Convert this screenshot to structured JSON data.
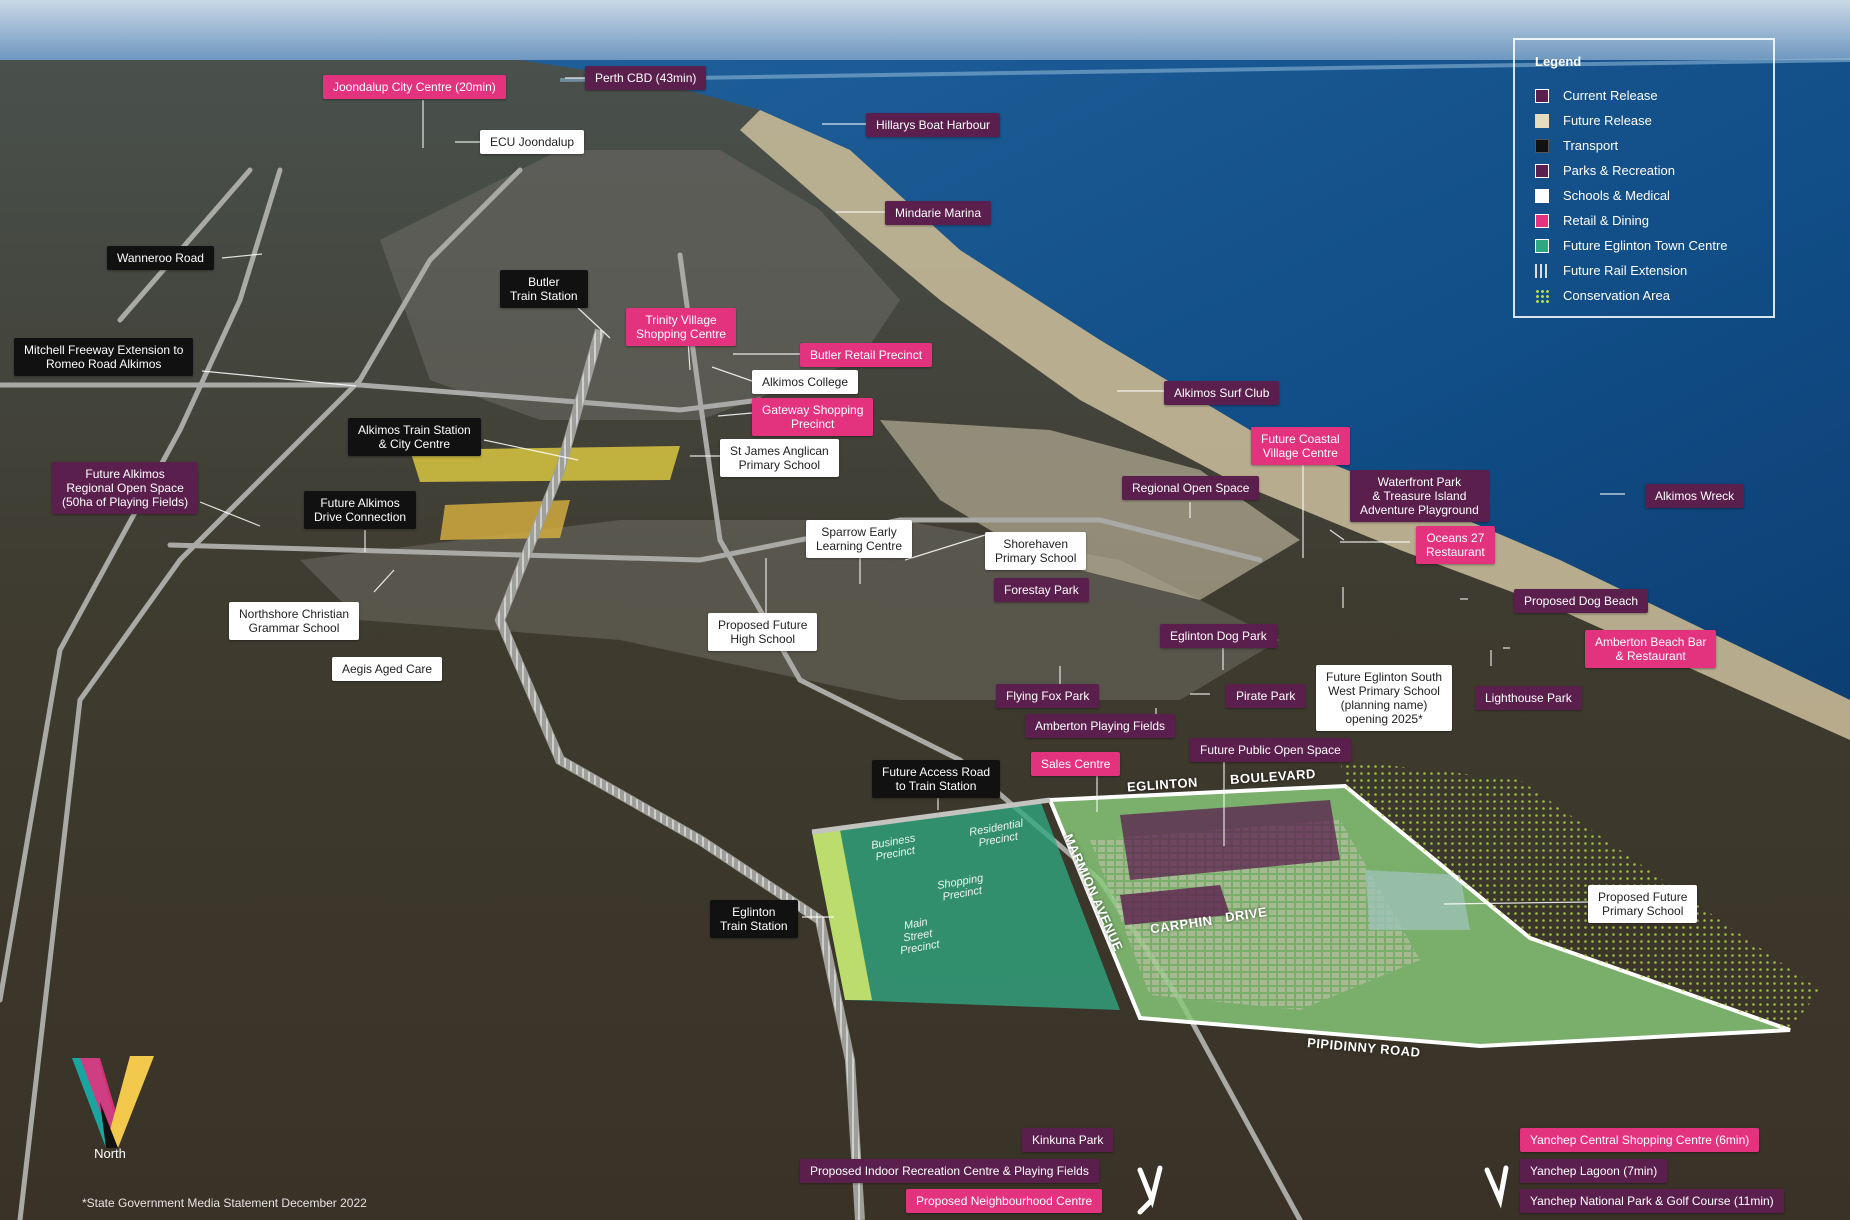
{
  "legend": {
    "title": "Legend",
    "items": [
      {
        "label": "Current Release",
        "color": "#5b1f4e",
        "kind": "swatch"
      },
      {
        "label": "Future Release",
        "color": "#e8dcc0",
        "kind": "swatch"
      },
      {
        "label": "Transport",
        "color": "#111111",
        "kind": "swatch"
      },
      {
        "label": "Parks & Recreation",
        "color": "#5b1f4e",
        "kind": "swatch"
      },
      {
        "label": "Schools & Medical",
        "color": "#ffffff",
        "kind": "swatch"
      },
      {
        "label": "Retail & Dining",
        "color": "#e3337f",
        "kind": "swatch"
      },
      {
        "label": "Future Eglinton Town Centre",
        "color": "#2fa882",
        "kind": "swatch"
      },
      {
        "label": "Future Rail Extension",
        "color": "#dddddd",
        "kind": "rail"
      },
      {
        "label": "Conservation Area",
        "color": "#b6dc4c",
        "kind": "dots"
      }
    ]
  },
  "colors": {
    "current_release": "#5b1f4e",
    "retail_dining": "#e3337f",
    "transport": "#111111",
    "schools_medical": "#ffffff",
    "town_centre": "#2fa882"
  },
  "labels": {
    "joondalup": "Joondalup City Centre (20min)",
    "perth_cbd": "Perth CBD (43min)",
    "hillarys": "Hillarys Boat Harbour",
    "ecu": "ECU Joondalup",
    "mindarie": "Mindarie Marina",
    "wanneroo": "Wanneroo Road",
    "butler_station": [
      "Butler",
      "Train Station"
    ],
    "mitchell": [
      "Mitchell Freeway Extension to",
      "Romeo Road Alkimos"
    ],
    "trinity": [
      "Trinity Village",
      "Shopping Centre"
    ],
    "butler_retail": "Butler Retail Precinct",
    "alkimos_college": "Alkimos College",
    "alkimos_surf": "Alkimos Surf Club",
    "gateway": [
      "Gateway Shopping",
      "Precinct"
    ],
    "alkimos_station": [
      "Alkimos Train Station",
      "& City Centre"
    ],
    "st_james": [
      "St James Anglican",
      "Primary School"
    ],
    "future_coastal": [
      "Future Coastal",
      "Village Centre"
    ],
    "future_alkimos_ros": [
      "Future Alkimos",
      "Regional Open Space",
      "(50ha of Playing Fields)"
    ],
    "regional_open_space": "Regional Open Space",
    "waterfront_park": [
      "Waterfront Park",
      "& Treasure Island",
      "Adventure Playground"
    ],
    "alkimos_wreck": "Alkimos Wreck",
    "future_alkimos_drive": [
      "Future Alkimos",
      "Drive Connection"
    ],
    "sparrow": [
      "Sparrow Early",
      "Learning Centre"
    ],
    "shorehaven": [
      "Shorehaven",
      "Primary School"
    ],
    "oceans27": [
      "Oceans 27",
      "Restaurant"
    ],
    "forestay": "Forestay Park",
    "northshore": [
      "Northshore Christian",
      "Grammar School"
    ],
    "proposed_dog_beach": "Proposed Dog Beach",
    "proposed_high_school": [
      "Proposed Future",
      "High School"
    ],
    "eglinton_dog_park": "Eglinton Dog Park",
    "amberton_beach_bar": [
      "Amberton Beach Bar",
      "& Restaurant"
    ],
    "aegis": "Aegis Aged Care",
    "future_eglinton_south": [
      "Future Eglinton South",
      "West Primary School",
      "(planning name)",
      "opening 2025*"
    ],
    "flying_fox": "Flying Fox Park",
    "pirate_park": "Pirate Park",
    "lighthouse_park": "Lighthouse Park",
    "amberton_fields": "Amberton Playing Fields",
    "future_pos": "Future Public Open Space",
    "sales_centre": "Sales Centre",
    "future_access_road": [
      "Future Access Road",
      "to Train Station"
    ],
    "eglinton_station": [
      "Eglinton",
      "Train Station"
    ],
    "proposed_primary": [
      "Proposed Future",
      "Primary School"
    ],
    "kinkuna": "Kinkuna Park",
    "indoor_rec": "Proposed Indoor Recreation Centre & Playing Fields",
    "neighbourhood_centre": "Proposed Neighbourhood Centre",
    "yanchep_central": "Yanchep Central Shopping Centre (6min)",
    "yanchep_lagoon": "Yanchep Lagoon (7min)",
    "yanchep_np": "Yanchep National Park & Golf Course (11min)"
  },
  "roads": {
    "eglinton": "EGLINTON",
    "boulevard": "BOULEVARD",
    "marmion": "MARMION AVENUE",
    "carphin": "CARPHIN",
    "drive": "DRIVE",
    "pipidinny": "PIPIDINNY ROAD"
  },
  "zones": {
    "business": [
      "Business",
      "Precinct"
    ],
    "residential": [
      "Residential",
      "Precinct"
    ],
    "shopping": [
      "Shopping",
      "Precinct"
    ],
    "main_street": [
      "Main",
      "Street",
      "Precinct"
    ]
  },
  "brand": {
    "word": "North"
  },
  "footnote": "*State Government Media Statement December 2022"
}
